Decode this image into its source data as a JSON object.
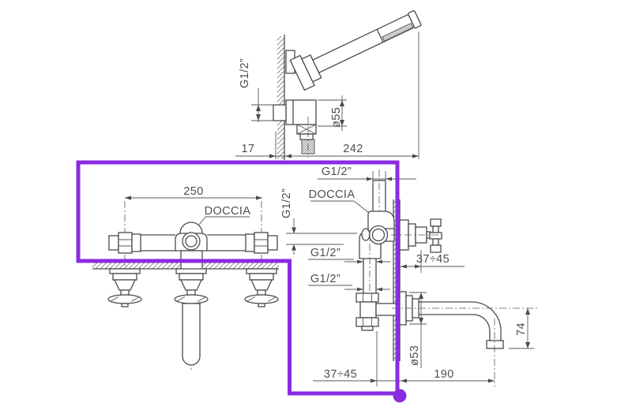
{
  "page": {
    "background": "#ffffff",
    "ink": "#4b4b4b"
  },
  "selection": {
    "color": "#8a2be2"
  },
  "views": {
    "hand_shower": {
      "dims": {
        "thread": "G1/2”",
        "escutcheon_dia": "ø55",
        "wall_offset": "17",
        "reach": "242"
      }
    },
    "front": {
      "labels": {
        "shower_port": "DOCCIA"
      },
      "dims": {
        "spread": "250"
      }
    },
    "side": {
      "labels": {
        "shower_port": "DOCCIA"
      },
      "dims": {
        "thread_top": "G1/2”",
        "thread_side": "G1/2”",
        "thread_mid_upper": "G1/2”",
        "thread_mid_lower": "G1/2”",
        "wall_depth_upper": "37÷45",
        "wall_depth_lower": "37÷45",
        "escutcheon_dia": "ø53",
        "spout_drop": "74",
        "spout_reach": "190"
      }
    }
  }
}
